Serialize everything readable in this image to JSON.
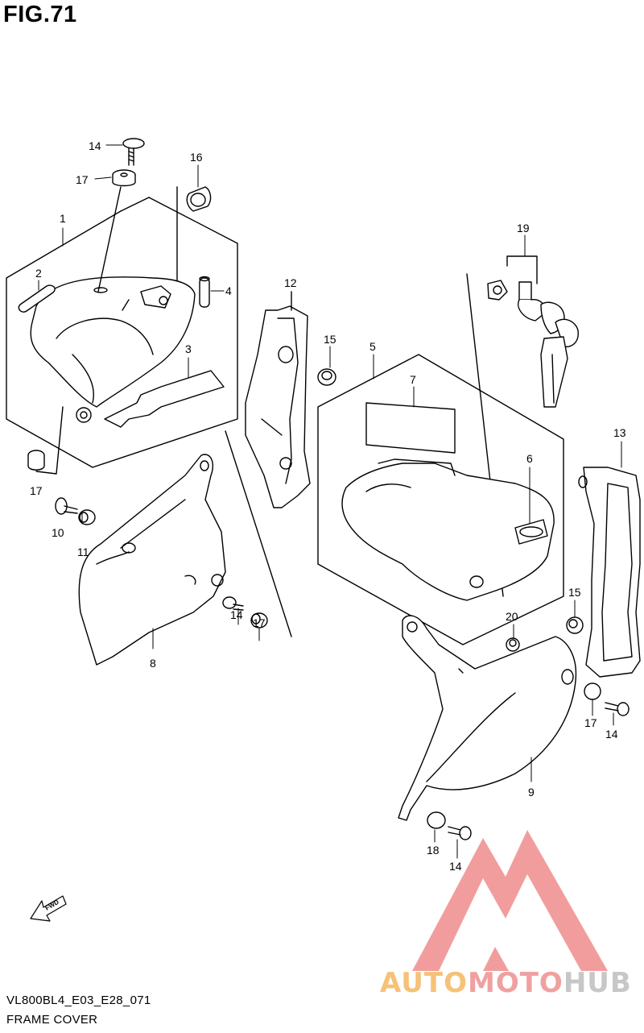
{
  "figure_label": "FIG.71",
  "diagram_code": "VL800BL4_E03_E28_071",
  "section_title": "FRAME COVER",
  "fwd_label": "FWD",
  "watermark": {
    "part1": "AUTO",
    "part2": "MOTO",
    "part3": "HUB",
    "colors": {
      "auto": "#f6c178",
      "moto": "#f0a0a0",
      "hub": "#c7c7c7",
      "logo": "#f08c8c"
    }
  },
  "callouts": [
    {
      "id": "c14a",
      "text": "14"
    },
    {
      "id": "c17a",
      "text": "17"
    },
    {
      "id": "c16",
      "text": "16"
    },
    {
      "id": "c1",
      "text": "1"
    },
    {
      "id": "c2",
      "text": "2"
    },
    {
      "id": "c4",
      "text": "4"
    },
    {
      "id": "c3",
      "text": "3"
    },
    {
      "id": "c17b",
      "text": "17"
    },
    {
      "id": "c10",
      "text": "10"
    },
    {
      "id": "c11",
      "text": "11"
    },
    {
      "id": "c12",
      "text": "12"
    },
    {
      "id": "c15a",
      "text": "15"
    },
    {
      "id": "c5",
      "text": "5"
    },
    {
      "id": "c7",
      "text": "7"
    },
    {
      "id": "c19",
      "text": "19"
    },
    {
      "id": "c6",
      "text": "6"
    },
    {
      "id": "c13",
      "text": "13"
    },
    {
      "id": "c8",
      "text": "8"
    },
    {
      "id": "c14b",
      "text": "14"
    },
    {
      "id": "c17c",
      "text": "17"
    },
    {
      "id": "c15b",
      "text": "15"
    },
    {
      "id": "c20",
      "text": "20"
    },
    {
      "id": "c9",
      "text": "9"
    },
    {
      "id": "c17d",
      "text": "17"
    },
    {
      "id": "c14c",
      "text": "14"
    },
    {
      "id": "c18",
      "text": "18"
    },
    {
      "id": "c14d",
      "text": "14"
    }
  ]
}
